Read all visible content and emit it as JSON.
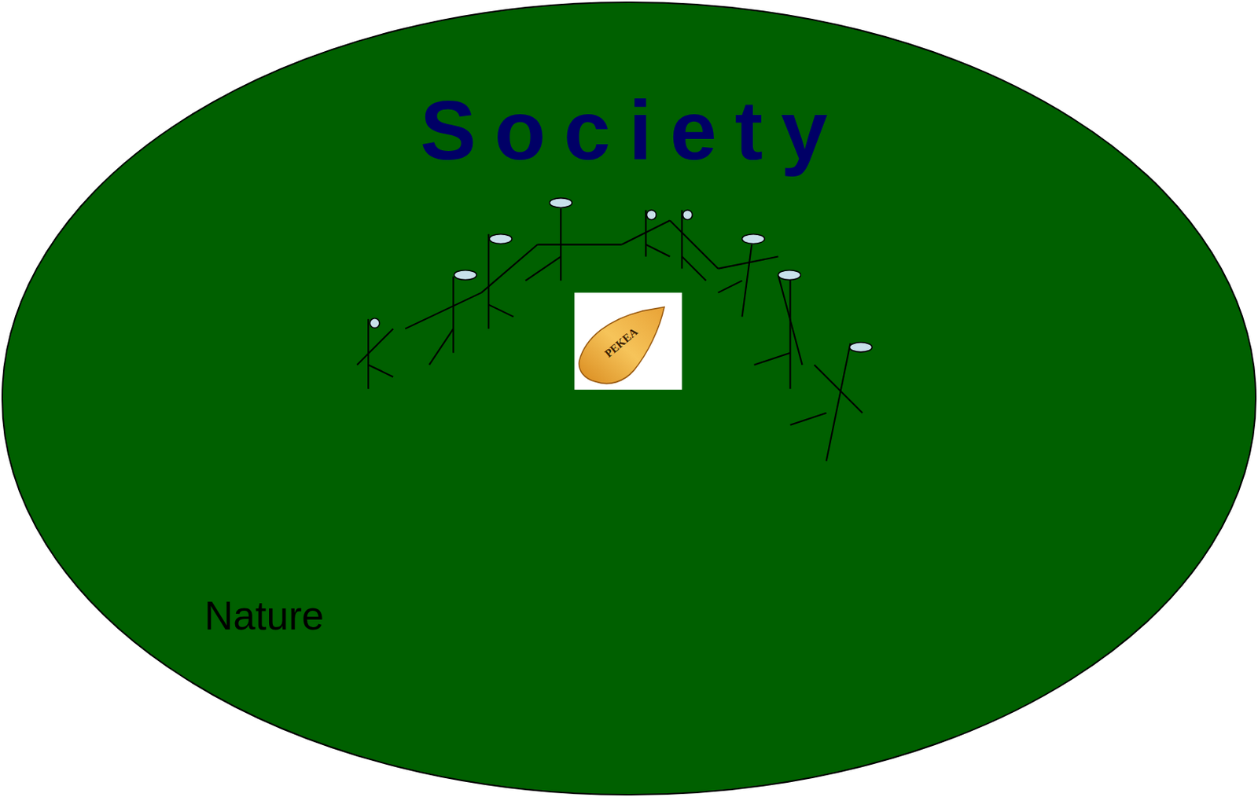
{
  "diagram": {
    "nodes": [
      {
        "text": [
          "Society",
          "Nature"
        ]
      }
    ],
    "labels": [
      "PEKEA"
    ]
  }
}
